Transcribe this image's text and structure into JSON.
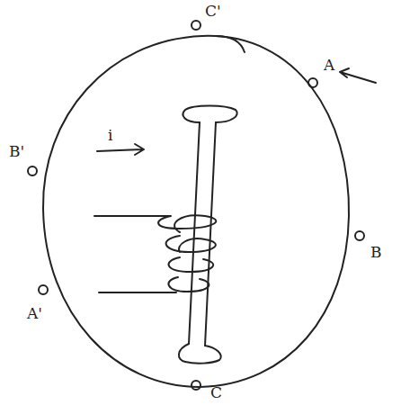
{
  "diagram": {
    "labels": [
      "C'",
      "A",
      "B'",
      "i",
      "B",
      "A'",
      "C"
    ]
  }
}
